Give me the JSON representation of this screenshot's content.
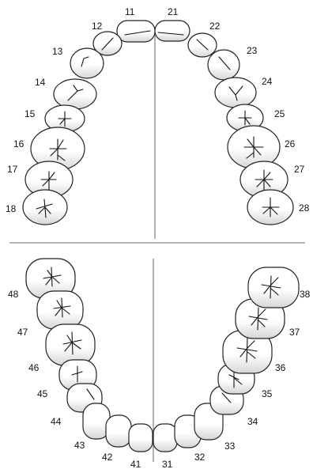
{
  "upper_jaw": {
    "labels": [
      "11",
      "12",
      "13",
      "14",
      "15",
      "16",
      "17",
      "18",
      "21",
      "22",
      "23",
      "24",
      "25",
      "26",
      "27",
      "28"
    ]
  },
  "lower_jaw": {
    "labels": [
      "48",
      "47",
      "46",
      "45",
      "44",
      "43",
      "42",
      "41",
      "31",
      "32",
      "33",
      "34",
      "35",
      "36",
      "37",
      "38"
    ]
  },
  "colors": {
    "tooth_fill_light": "#ffffff",
    "tooth_fill_shade": "#d9d9d9",
    "outline": "#222222",
    "divider": "#888888"
  }
}
